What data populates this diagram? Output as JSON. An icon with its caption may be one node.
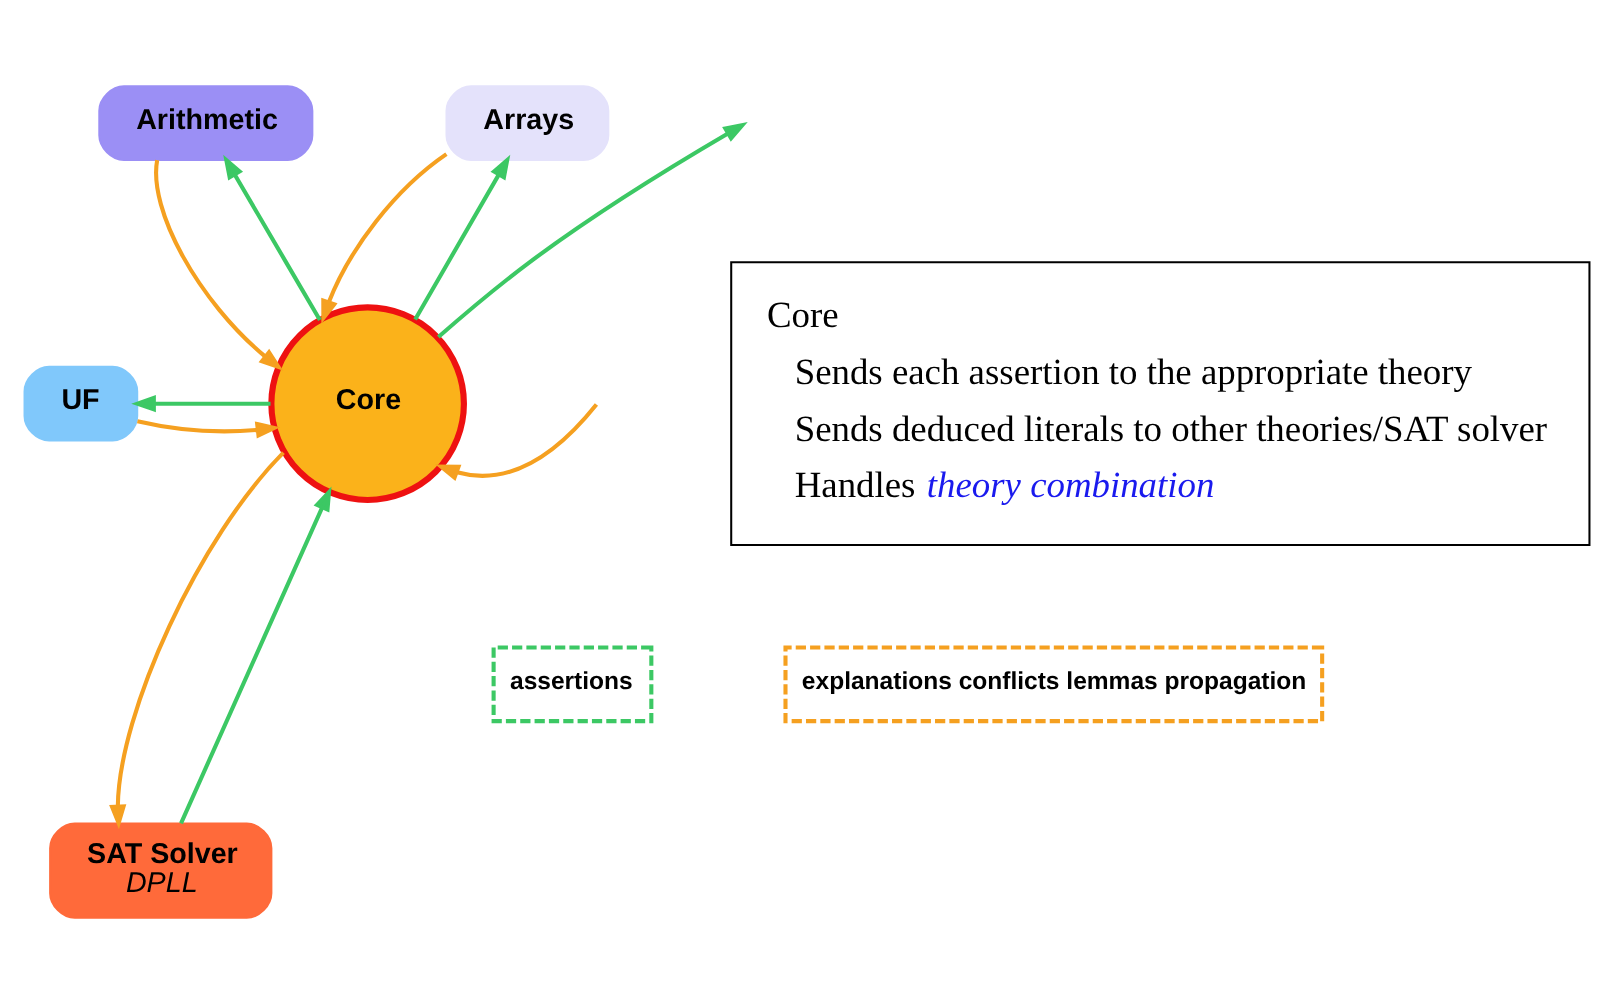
{
  "diagram": {
    "nodes": [
      {
        "text": [
          "Arithmetic"
        ]
      },
      {
        "text": [
          "Arrays"
        ]
      },
      {
        "text": [
          "UF"
        ]
      },
      {
        "text": [
          "Core"
        ]
      },
      {
        "text": [
          "SAT Solver",
          "DPLL"
        ]
      },
      {
        "text": [
          "assertions"
        ]
      },
      {
        "text": [
          "explanations conflicts lemmas propagation"
        ]
      },
      {
        "text": [
          "Core",
          "Sends each assertion to the appropriate theory",
          "Sends deduced literals to other theories/SAT solver",
          "Handles *theory combination*"
        ]
      }
    ],
    "edges": [
      {
        "from": 3,
        "to": 0,
        "arrow": "to",
        "color": "#3cc864"
      },
      {
        "from": 0,
        "to": 3,
        "arrow": "to",
        "color": "#f5a020"
      },
      {
        "from": 3,
        "to": 1,
        "arrow": "to",
        "color": "#3cc864"
      },
      {
        "from": 1,
        "to": 3,
        "arrow": "to",
        "color": "#f5a020"
      },
      {
        "from": 2,
        "to": 3,
        "arrow": "to",
        "color": "#f5a020"
      },
      {
        "from": 3,
        "to": 2,
        "arrow": "to",
        "color": "#3cc864"
      },
      {
        "from": 3,
        "to": null,
        "arrow": "to",
        "color": "#3cc864"
      },
      {
        "from": null,
        "to": 3,
        "arrow": "to",
        "color": "#f5a020"
      },
      {
        "from": 4,
        "to": 3,
        "arrow": "to",
        "color": "#3cc864"
      },
      {
        "from": 3,
        "to": 4,
        "arrow": "to",
        "color": "#f5a020"
      }
    ]
  }
}
